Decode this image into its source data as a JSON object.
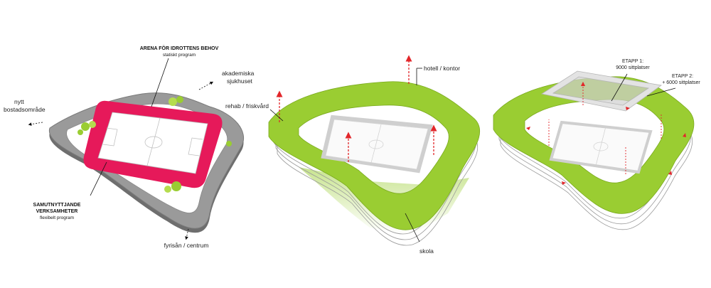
{
  "colors": {
    "accent_green": "#9acd32",
    "accent_red": "#e6195a",
    "arrow_red": "#e2262a",
    "base_grey": "#9a9a9a"
  },
  "diagram1": {
    "arena_title": "ARENA FÖR IDROTTENS BEHOV",
    "arena_sub": "statiskt program",
    "akademiska_1": "akademiska",
    "akademiska_2": "sjukhuset",
    "nytt_1": "nytt",
    "nytt_2": "bostadsområde",
    "samut_1": "SAMUTNYTTJANDE",
    "samut_2": "VERKSAMHETER",
    "samut_3": "flexibelt program",
    "fyrisan": "fyrisån / centrum"
  },
  "diagram2": {
    "hotell": "hotell / kontor",
    "rehab": "rehab / friskvård",
    "skola": "skola"
  },
  "diagram3": {
    "etapp1_1": "ETAPP 1:",
    "etapp1_2": "9000 sittplatser",
    "etapp2_1": "ETAPP 2:",
    "etapp2_2": "+ 6000 sittplatser"
  }
}
